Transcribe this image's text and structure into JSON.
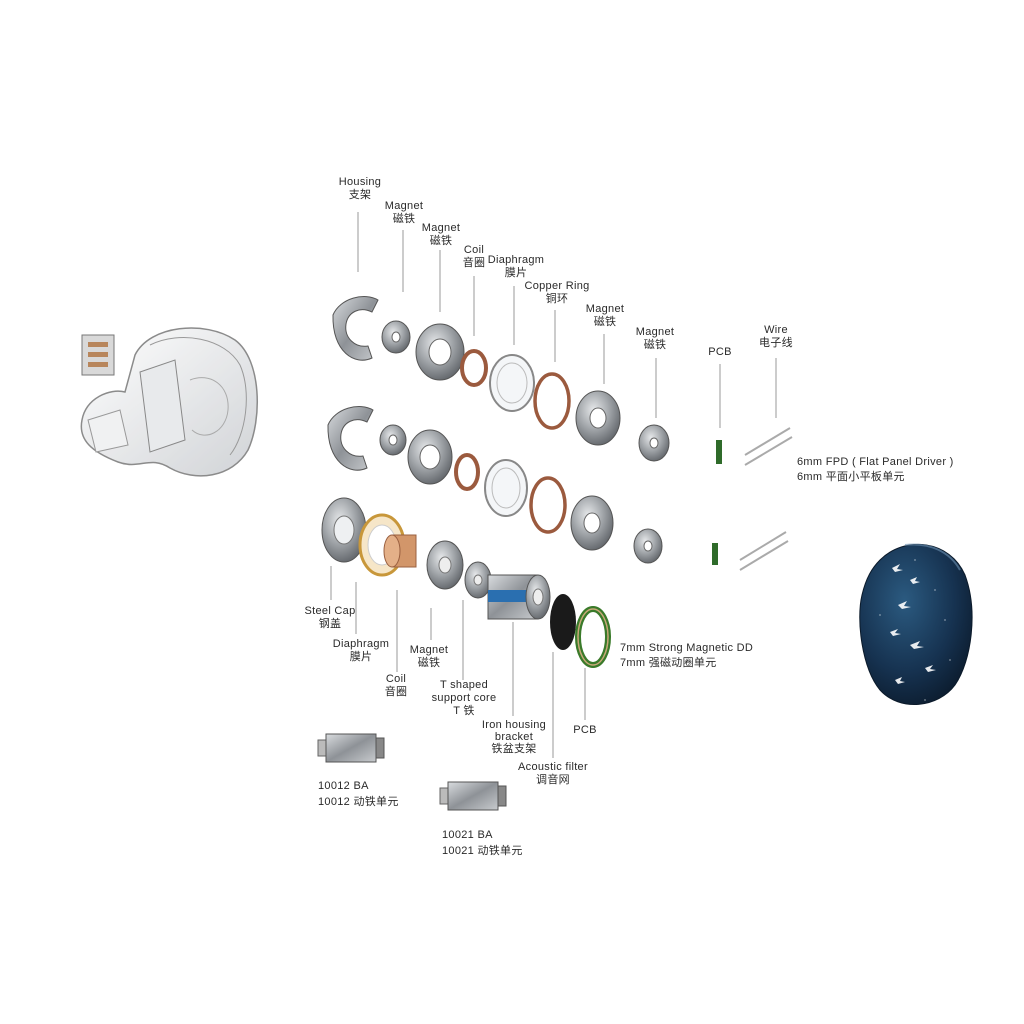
{
  "labels": {
    "housing": {
      "en": "Housing",
      "zh": "支架"
    },
    "magnet1": {
      "en": "Magnet",
      "zh": "磁铁"
    },
    "magnet2": {
      "en": "Magnet",
      "zh": "磁铁"
    },
    "coil": {
      "en": "Coil",
      "zh": "音圈"
    },
    "diaphragm": {
      "en": "Diaphragm",
      "zh": "膜片"
    },
    "copper_ring": {
      "en": "Copper Ring",
      "zh": "铜环"
    },
    "magnet3": {
      "en": "Magnet",
      "zh": "磁铁"
    },
    "magnet4": {
      "en": "Magnet",
      "zh": "磁铁"
    },
    "pcb_top": {
      "en": "PCB"
    },
    "wire": {
      "en": "Wire",
      "zh": "电子线"
    },
    "fpd": {
      "en": "6mm FPD ( Flat Panel Driver )",
      "zh": "6mm 平面小平板单元"
    },
    "steel_cap": {
      "en": "Steel Cap",
      "zh": "钢盖"
    },
    "dd_diaphragm": {
      "en": "Diaphragm",
      "zh": "膜片"
    },
    "dd_coil": {
      "en": "Coil",
      "zh": "音圈"
    },
    "dd_magnet": {
      "en": "Magnet",
      "zh": "磁铁"
    },
    "t_core": {
      "en1": "T shaped",
      "en2": "support core",
      "zh": "T 铁"
    },
    "iron_housing": {
      "en1": "Iron housing",
      "en2": "bracket",
      "zh": "铁盆支架"
    },
    "acoustic_filter": {
      "en": "Acoustic filter",
      "zh": "调音网"
    },
    "pcb_bottom": {
      "en": "PCB"
    },
    "dd": {
      "en": "7mm Strong Magnetic DD",
      "zh": "7mm 强磁动圈单元"
    },
    "ba1": {
      "en": "10012 BA",
      "zh": "10012 动铁单元"
    },
    "ba2": {
      "en": "10021 BA",
      "zh": "10021 动铁单元"
    }
  },
  "colors": {
    "metal": "#9a9ea3",
    "metal_dark": "#6b6f74",
    "copper": "#b5765a",
    "pcb_green": "#2f6b2a",
    "blue_band": "#2a6fb0",
    "shell_blue": "#1c3d5c",
    "leader": "#9a9a9a"
  }
}
